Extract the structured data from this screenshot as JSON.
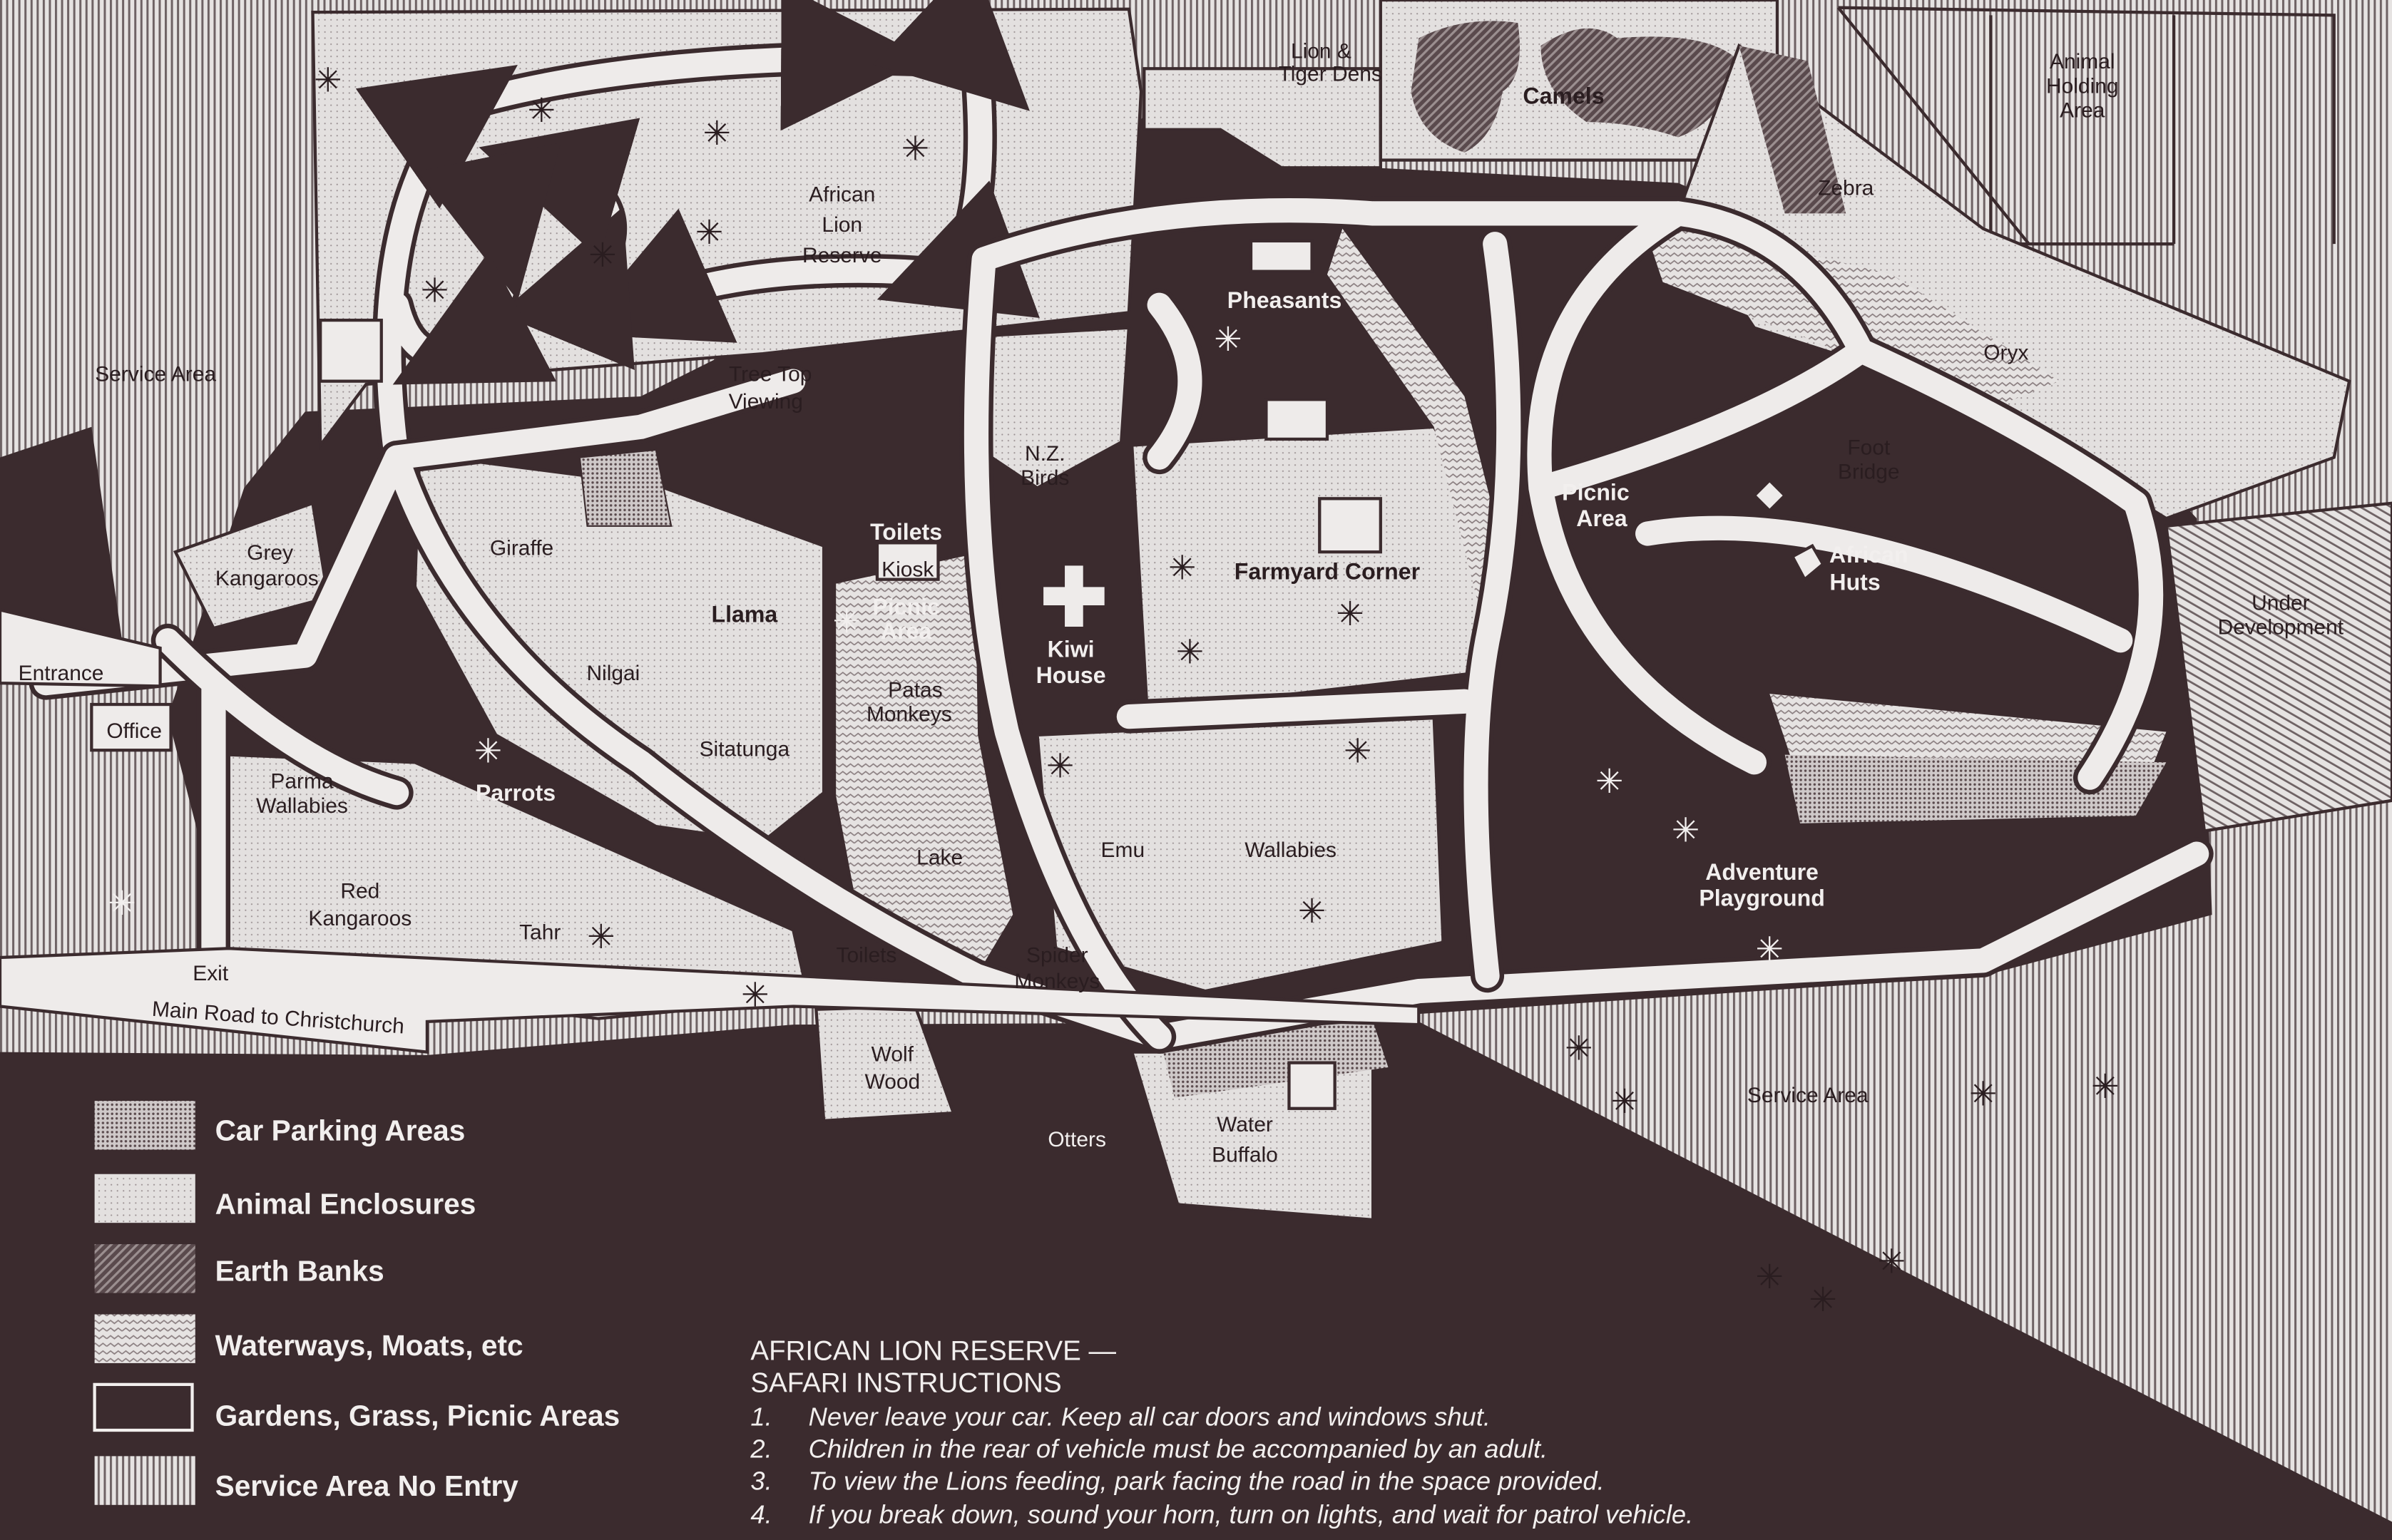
{
  "colors": {
    "ink": "#3b2b2e",
    "paper": "#e4e1e0",
    "road": "#eeebea"
  },
  "map": {
    "labels": {
      "lion_tiger_dens": "Lion & Tiger Dens",
      "lion_tiger_line1": "Lion &",
      "lion_tiger_line2": "Tiger Dens",
      "camels": "Camels",
      "animal_holding_1": "Animal",
      "animal_holding_2": "Holding",
      "animal_holding_3": "Area",
      "african_lion_1": "African",
      "african_lion_2": "Lion",
      "african_lion_3": "Reserve",
      "zebra": "Zebra",
      "oryx": "Oryx",
      "pheasants": "Pheasants",
      "service_area_left": "Service Area",
      "tree_top_1": "Tree Top",
      "tree_top_2": "Viewing",
      "nz_birds_1": "N.Z.",
      "nz_birds_2": "Birds",
      "foot_bridge_1": "Foot",
      "foot_bridge_2": "Bridge",
      "picnic_area_right_1": "Picnic",
      "picnic_area_right_2": "Area",
      "african_huts_1": "African",
      "african_huts_2": "Huts",
      "under_development_1": "Under",
      "under_development_2": "Development",
      "grey_kangaroos_1": "Grey",
      "grey_kangaroos_2": "Kangaroos",
      "giraffe": "Giraffe",
      "llama": "Llama",
      "toilets_top": "Toilets",
      "kiosk": "Kiosk",
      "picnic_area_mid_1": "Picnic",
      "picnic_area_mid_2": "Area",
      "farmyard_corner": "Farmyard Corner",
      "entrance": "Entrance",
      "office": "Office",
      "nilgai": "Nilgai",
      "kiwi_house_1": "Kiwi",
      "kiwi_house_2": "House",
      "patas_monkeys_1": "Patas",
      "patas_monkeys_2": "Monkeys",
      "sitatunga": "Sitatunga",
      "parma_wallabies_1": "Parma",
      "parma_wallabies_2": "Wallabies",
      "parrots": "Parrots",
      "emu": "Emu",
      "wallabies": "Wallabies",
      "lake": "Lake",
      "adventure_playground_1": "Adventure",
      "adventure_playground_2": "Playground",
      "red_kangaroos_1": "Red",
      "red_kangaroos_2": "Kangaroos",
      "tahr": "Tahr",
      "toilets_bottom": "Toilets",
      "spider_monkeys_1": "Spider",
      "spider_monkeys_2": "Monkeys",
      "exit": "Exit",
      "main_road": "Main Road to Christchurch",
      "wolf_wood_1": "Wolf",
      "wolf_wood_2": "Wood",
      "service_area_right": "Service Area",
      "water_buffalo_1": "Water",
      "water_buffalo_2": "Buffalo",
      "otters": "Otters"
    }
  },
  "legend": {
    "items": [
      {
        "label": "Car Parking Areas",
        "pattern": "dense-dots"
      },
      {
        "label": "Animal Enclosures",
        "pattern": "light-stipple"
      },
      {
        "label": "Earth Banks",
        "pattern": "dark-hatch"
      },
      {
        "label": "Waterways, Moats, etc",
        "pattern": "waves"
      },
      {
        "label": "Gardens, Grass, Picnic Areas",
        "pattern": "solid-dark"
      },
      {
        "label": "Service Area No Entry",
        "pattern": "vertical-lines"
      }
    ]
  },
  "instructions": {
    "title_line1": "AFRICAN LION RESERVE —",
    "title_line2": "SAFARI INSTRUCTIONS",
    "items": [
      {
        "num": "1.",
        "text": "Never leave your car. Keep all car doors and windows shut."
      },
      {
        "num": "2.",
        "text": "Children in the rear of vehicle must be accompanied by an adult."
      },
      {
        "num": "3.",
        "text": "To view the Lions feeding, park facing the road in the space provided."
      },
      {
        "num": "4.",
        "text": "If you break down, sound your horn, turn on lights, and wait for patrol vehicle."
      }
    ]
  }
}
